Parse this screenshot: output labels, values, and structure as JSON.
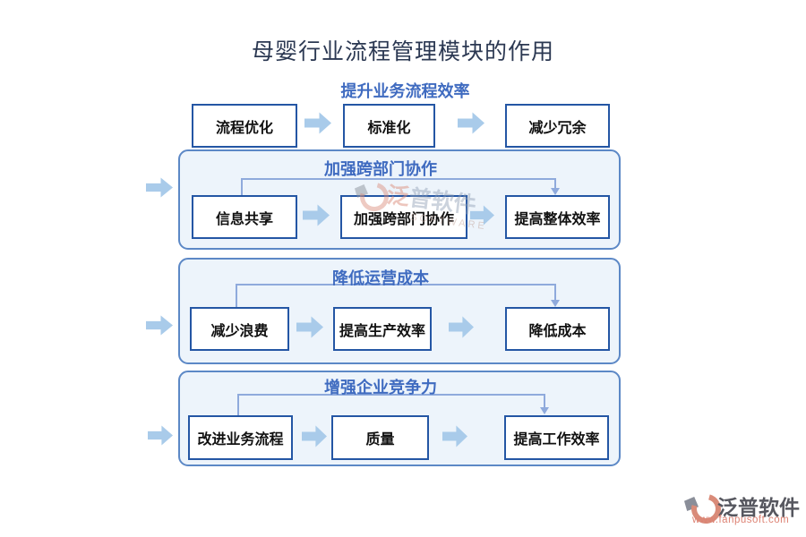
{
  "page": {
    "title": "母婴行业流程管理模块的作用"
  },
  "sections": [
    {
      "heading": "提升业务流程效率",
      "boxes": [
        "流程优化",
        "标准化",
        "减少冗余"
      ]
    },
    {
      "heading": "加强跨部门协作",
      "boxes": [
        "信息共享",
        "加强跨部门协作",
        "提高整体效率"
      ]
    },
    {
      "heading": "降低运营成本",
      "boxes": [
        "减少浪费",
        "提高生产效率",
        "降低成本"
      ]
    },
    {
      "heading": "增强企业竞争力",
      "boxes": [
        "改进业务流程",
        "质量",
        "提高工作效率"
      ]
    }
  ],
  "watermark": {
    "part1": "泛",
    "part2": "普软件",
    "sub_text": "SOFTWARE"
  },
  "footer": {
    "brand": "泛普软件",
    "website": "www.fanpusoft.com"
  },
  "colors": {
    "title_navy": "#2b3852",
    "heading_blue": "#3f6bc0",
    "box_border": "#2456a4",
    "panel_border": "#5c88c6",
    "panel_fill": "#edf4fb",
    "arrow_fill": "#a9cbea",
    "connector": "#8faadc",
    "brand_gray": "#56575f",
    "brand_salmon": "#dd8273"
  }
}
